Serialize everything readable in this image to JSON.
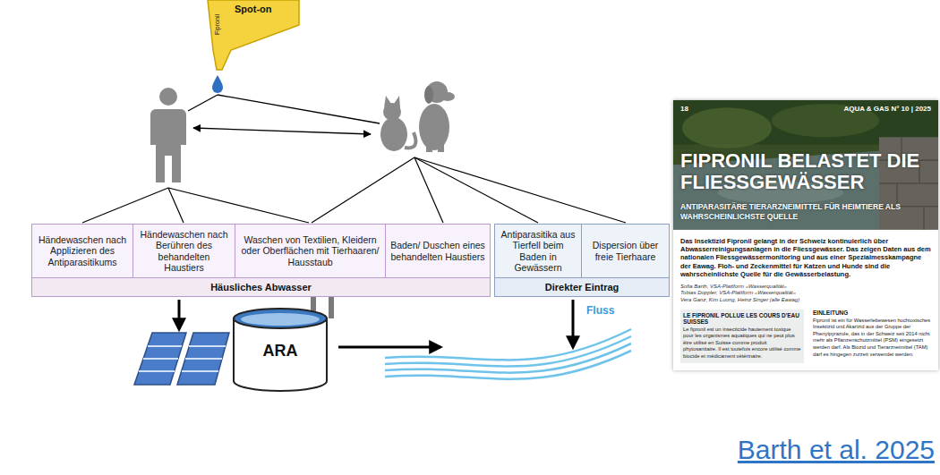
{
  "diagram": {
    "nodes": [
      {
        "text": [
          "Fipronil",
          "Spot-on"
        ]
      },
      {
        "text": [
          "Häusliches Abwasser"
        ]
      },
      {
        "text": [
          "Händewaschen nach Applizieren des Antiparasitikums"
        ],
        "in": 1
      },
      {
        "text": [
          "Händewaschen nach Berühren des behandelten Haustiers"
        ],
        "in": 1
      },
      {
        "text": [
          "Waschen von Textilien, Kleidern oder Oberflächen mit Tierhaaren/ Hausstaub"
        ],
        "in": 1
      },
      {
        "text": [
          "Baden/ Duschen eines behandelten Haustiers"
        ],
        "in": 1
      },
      {
        "text": [
          "Direkter Eintrag"
        ]
      },
      {
        "text": [
          "Antiparasitika aus Tierfell beim Baden in Gewässern"
        ],
        "in": 6
      },
      {
        "text": [
          "Dispersion über freie Tierhaare"
        ],
        "in": 6
      },
      {
        "text": [
          "ARA"
        ]
      }
    ],
    "labels": [
      "Fluss",
      "18",
      "AQUA & GAS N° 10 | 2025",
      "FIPRONIL BELASTET DIE FLIESSGEWÄSSER",
      "ANTIPARASITÄRE TIERARZNEIMITTEL FÜR HEIMTIERE ALS WAHRSCHEINLICHSTE QUELLE",
      "Das Insektizid Fipronil gelangt in der Schweiz kontinuierlich über Abwasserreinigungsanlagen in die Fliessgewässer. Das zeigen Daten aus dem nationalen Fliessgewässermonitoring und aus einer Spezialmesskampagne der Eawag. Floh- und Zeckenmittel für Katzen und Hunde sind die wahrscheinlichste Quelle für die Gewässerbelastung.",
      "Sofia Barth, VSA-Plattform «Wasserqualität»",
      "Tobias Doppler, VSA-Plattform «Wasserqualität»",
      "Vera Ganz, Kim Luong, Heinz Singer (alle Eawag)",
      "LE FIPRONIL POLLUE LES COURS D'EAU SUISSES",
      "Le fipronil est un insecticide hautement toxique pour les organismes aquatiques qui ne peut plus être utilisé en Suisse comme produit phytosanitaire. Il est toutefois encore utilisé comme biocide et médicament vétérinaire.",
      "EINLEITUNG",
      "Fipronil ist ein für Wasserlebewesen hochtoxisches Insektizid und Akarizid aus der Gruppe der Phenylpyrazole, das in der Schweiz seit 2014 nicht mehr als Pflanzenschutzmittel (PSM) eingesetzt werden darf. Als Biozid und Tierarzneimittel (TAM) darf es hingegen zurzeit verwendet werden.",
      "Barth et al. 2025"
    ]
  }
}
